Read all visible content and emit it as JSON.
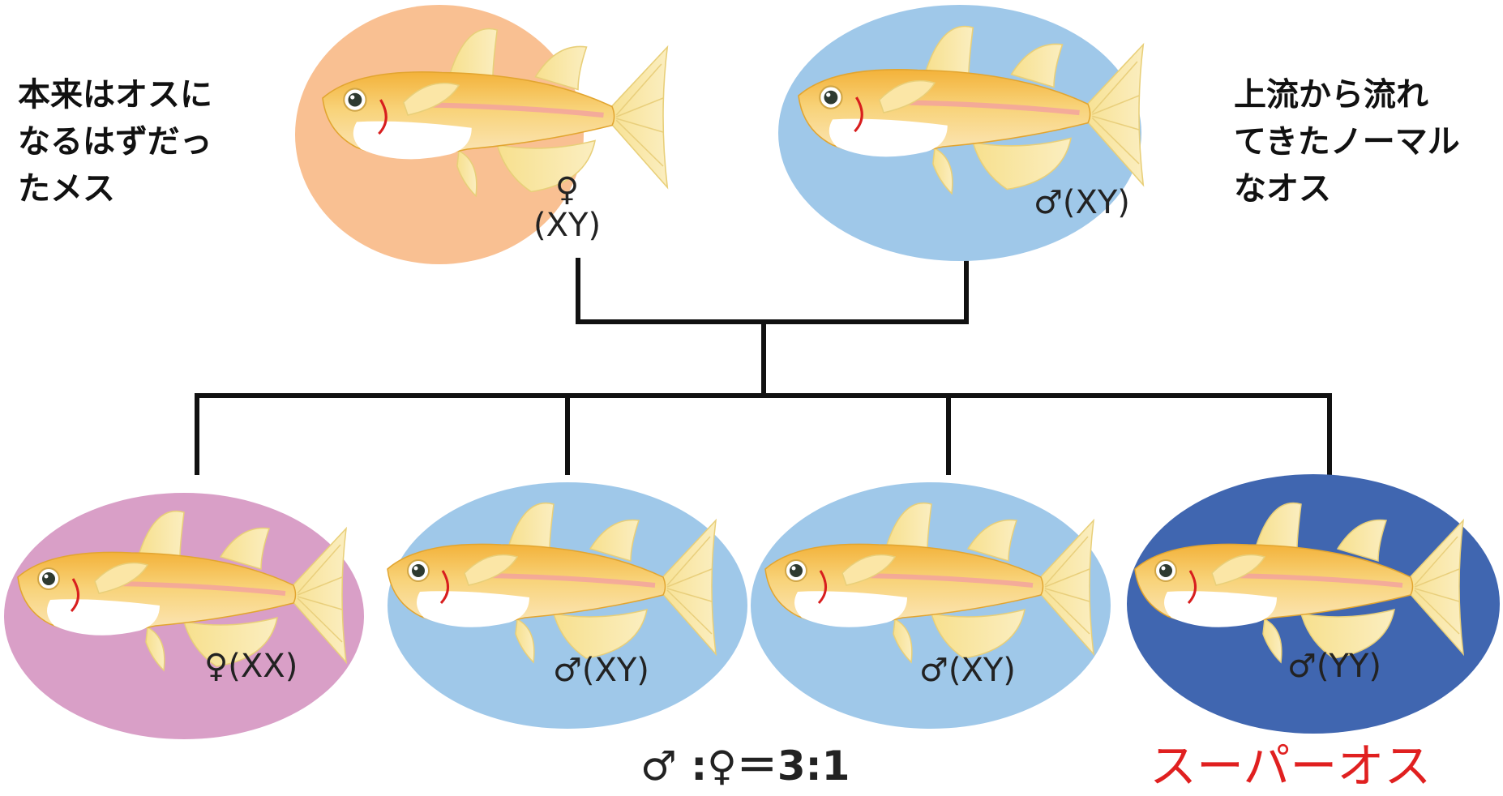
{
  "notes": {
    "left": [
      "本来はオスに",
      "なるはずだっ",
      "たメス"
    ],
    "right": [
      "上流から流れ",
      "てきたノーマル",
      "なオス"
    ]
  },
  "parents": [
    {
      "sex": "♀",
      "genotype": "(XY)",
      "color": "#f9c092"
    },
    {
      "sex": "♂",
      "genotype": "(XY)",
      "color": "#9fc8e9"
    }
  ],
  "offspring": [
    {
      "sex": "♀",
      "genotype": "(XX)",
      "color": "#d99fc7"
    },
    {
      "sex": "♂",
      "genotype": "(XY)",
      "color": "#9fc8e9"
    },
    {
      "sex": "♂",
      "genotype": "(XY)",
      "color": "#9fc8e9"
    },
    {
      "sex": "♂",
      "genotype": "(YY)",
      "color": "#4066b0"
    }
  ],
  "ratio": "♂ :♀＝3:1",
  "super_male": {
    "label": "スーパーオス",
    "color": "#e02020"
  },
  "icons": {
    "fish": "medaka-fish-icon"
  }
}
